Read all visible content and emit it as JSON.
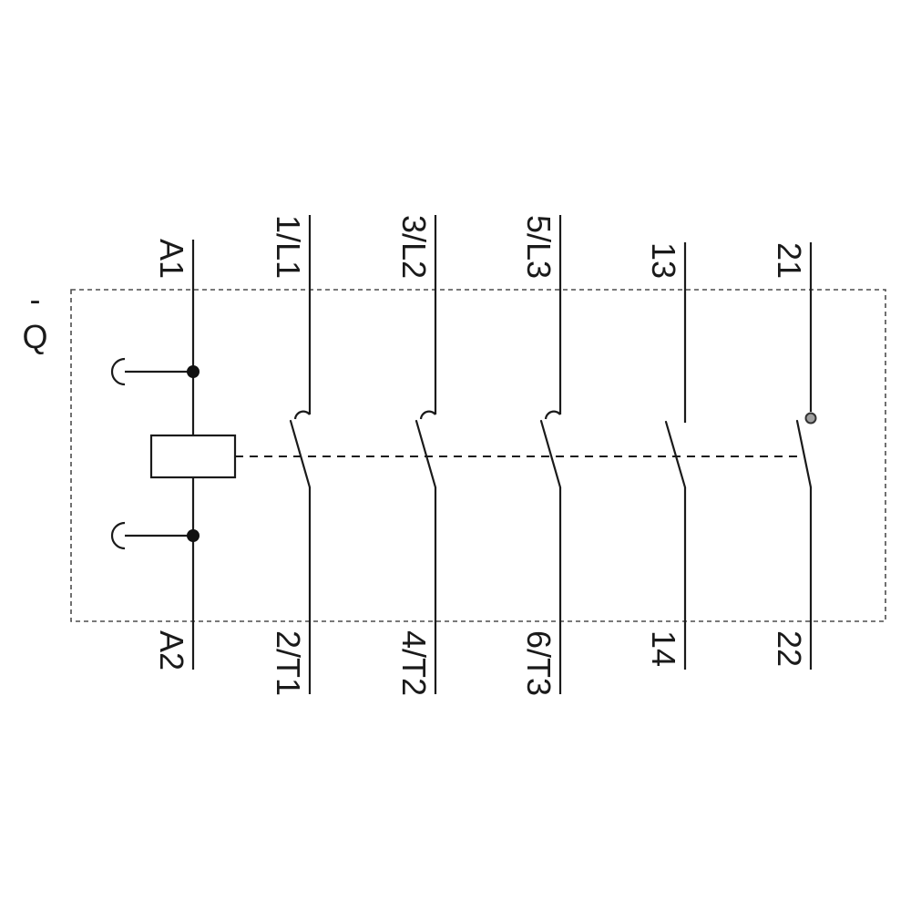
{
  "diagram": {
    "device_tag": "-Q",
    "coil": {
      "top_terminal": "A1",
      "bottom_terminal": "A2"
    },
    "main_contacts": [
      {
        "top_terminal": "1/L1",
        "bottom_terminal": "2/T1"
      },
      {
        "top_terminal": "3/L2",
        "bottom_terminal": "4/T2"
      },
      {
        "top_terminal": "5/L3",
        "bottom_terminal": "6/T3"
      }
    ],
    "aux_contacts": [
      {
        "top_terminal": "13",
        "bottom_terminal": "14",
        "contact_type": "NO"
      },
      {
        "top_terminal": "21",
        "bottom_terminal": "22",
        "contact_type": "NC"
      }
    ],
    "colors": {
      "line": "#1a1a1a",
      "background": "#ffffff",
      "boundary": "#4d4d4d",
      "nc_marker_fill": "#a0a0a0"
    }
  }
}
